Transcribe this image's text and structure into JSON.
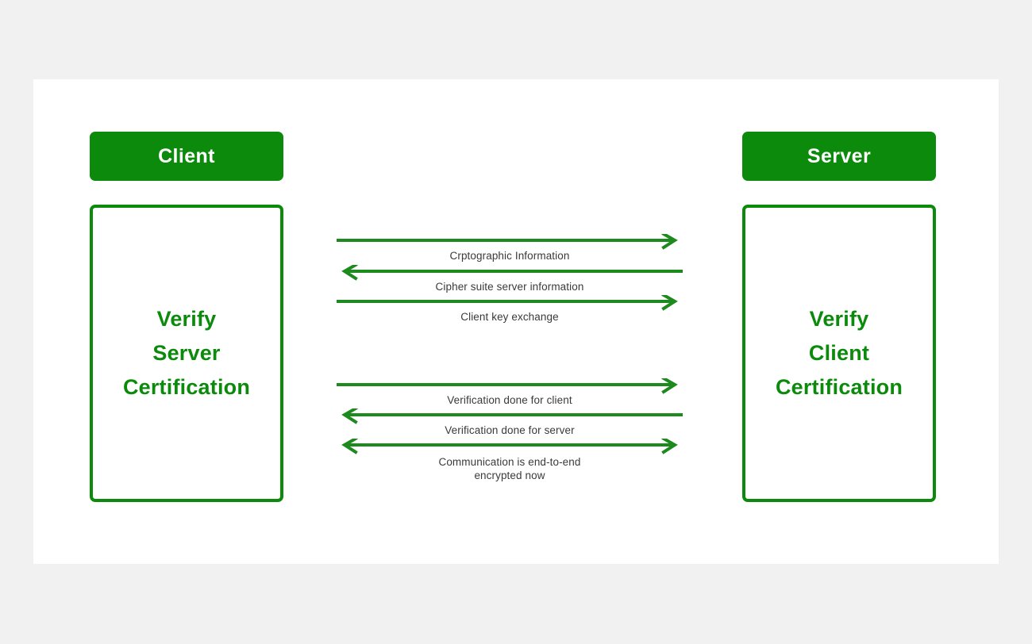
{
  "theme": {
    "page_background": "#f1f1f1",
    "card_background": "#ffffff",
    "accent_green": "#0b8a0b",
    "label_text": "#3a3a3a",
    "header_text": "#ffffff"
  },
  "diagram": {
    "title_visible": false,
    "type": "tls-handshake-sequence-diagram",
    "parties": [
      {
        "id": "client",
        "header_label": "Client",
        "body_lines": [
          "Verify",
          "Server",
          "Certification"
        ]
      },
      {
        "id": "server",
        "header_label": "Server",
        "body_lines": [
          "Verify",
          "Client",
          "Certification"
        ]
      }
    ],
    "message_groups": [
      {
        "id": "group-1",
        "messages": [
          {
            "id": "m1",
            "label": "Crptographic Information",
            "direction": "right",
            "from": "client",
            "to": "server",
            "arrowhead_left": false,
            "arrowhead_right": true
          },
          {
            "id": "m2",
            "label": "Cipher suite server information",
            "direction": "left",
            "from": "server",
            "to": "client",
            "arrowhead_left": true,
            "arrowhead_right": false
          },
          {
            "id": "m3",
            "label": "Client key exchange",
            "direction": "right",
            "from": "client",
            "to": "server",
            "arrowhead_left": false,
            "arrowhead_right": true
          }
        ]
      },
      {
        "id": "group-2",
        "messages": [
          {
            "id": "m4",
            "label": "Verification done for client",
            "direction": "right",
            "from": "client",
            "to": "server",
            "arrowhead_left": false,
            "arrowhead_right": true
          },
          {
            "id": "m5",
            "label": "Verification done for server",
            "direction": "left",
            "from": "server",
            "to": "client",
            "arrowhead_left": true,
            "arrowhead_right": false
          },
          {
            "id": "m6",
            "label": "Communication is end-to-end encrypted now",
            "label_lines": [
              "Communication is end-to-end",
              "encrypted now"
            ],
            "direction": "both",
            "from": "client",
            "to": "server",
            "arrowhead_left": true,
            "arrowhead_right": true
          }
        ]
      }
    ]
  }
}
